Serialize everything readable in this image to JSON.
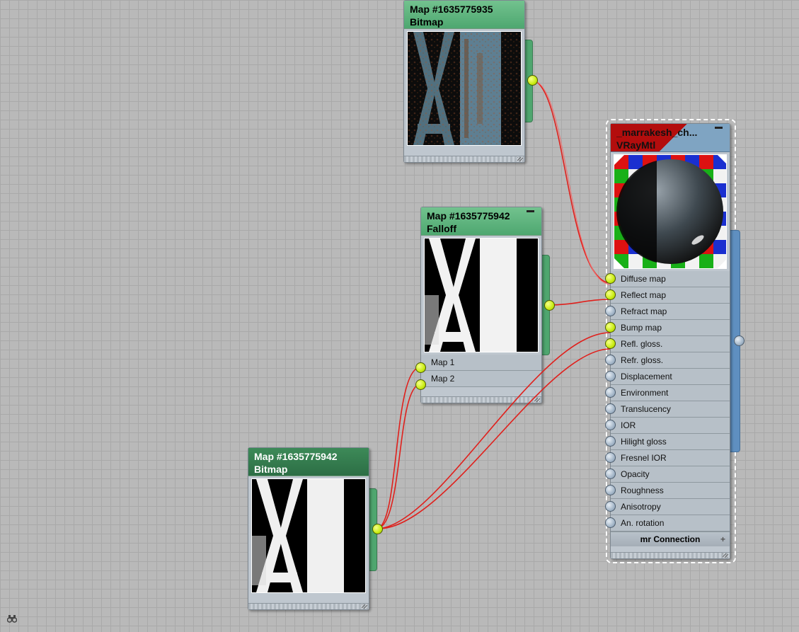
{
  "nodes": {
    "bitmap_top": {
      "title": "Map #1635775935",
      "type": "Bitmap"
    },
    "falloff": {
      "title": "Map #1635775942",
      "type": "Falloff",
      "slots": [
        "Map 1",
        "Map 2"
      ]
    },
    "bitmap_bottom": {
      "title": "Map #1635775942",
      "type": "Bitmap"
    },
    "material": {
      "title": "_marrakesh_ch...",
      "type": "VRayMtl",
      "slots": [
        "Diffuse map",
        "Reflect map",
        "Refract map",
        "Bump map",
        "Refl. gloss.",
        "Refr. gloss.",
        "Displacement",
        "Environment",
        "Translucency",
        "IOR",
        "Hilight gloss",
        "Fresnel IOR",
        "Opacity",
        "Roughness",
        "Anisotropy",
        "An. rotation"
      ],
      "connected_slots": [
        "Diffuse map",
        "Reflect map",
        "Bump map",
        "Refl. gloss."
      ],
      "footer": "mr Connection",
      "footer_icon": "+"
    }
  },
  "colors": {
    "wire": "#e0201c",
    "port_active": "#c8ec12",
    "port_empty": "#9fb2c5",
    "header_green": "#5cb37c",
    "header_dark_green": "#2f7149",
    "material_red": "#b30d0d",
    "material_blue": "#7fa4c2"
  },
  "icons": {
    "corner": "binoculars-icon"
  }
}
